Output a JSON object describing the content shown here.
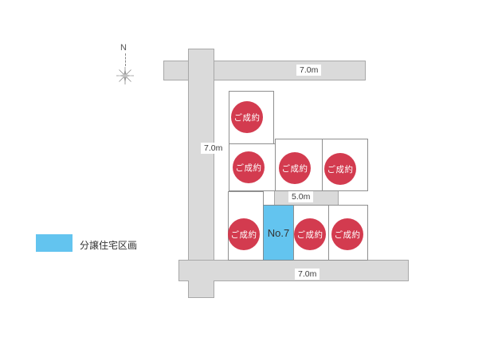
{
  "compass": {
    "label": "N"
  },
  "legend": {
    "label": "分譲住宅区画",
    "swatch_color": "#63c4ef"
  },
  "road_labels": {
    "top": "7.0m",
    "left": "7.0m",
    "middle": "5.0m",
    "bottom": "7.0m"
  },
  "colors": {
    "sold_circle": "#d33b4f",
    "available_plot": "#63c4ef",
    "road_fill": "#dadada",
    "plot_border": "#8f8f8f"
  },
  "plots": {
    "sold": [
      {
        "id": "upper-top",
        "label": "ご成約"
      },
      {
        "id": "upper-left",
        "label": "ご成約"
      },
      {
        "id": "upper-middle",
        "label": "ご成約"
      },
      {
        "id": "upper-right",
        "label": "ご成約"
      },
      {
        "id": "lower-left",
        "label": "ご成約"
      },
      {
        "id": "lower-middle",
        "label": "ご成約"
      },
      {
        "id": "lower-right",
        "label": "ご成約"
      }
    ],
    "available": {
      "label": "No.7"
    }
  }
}
